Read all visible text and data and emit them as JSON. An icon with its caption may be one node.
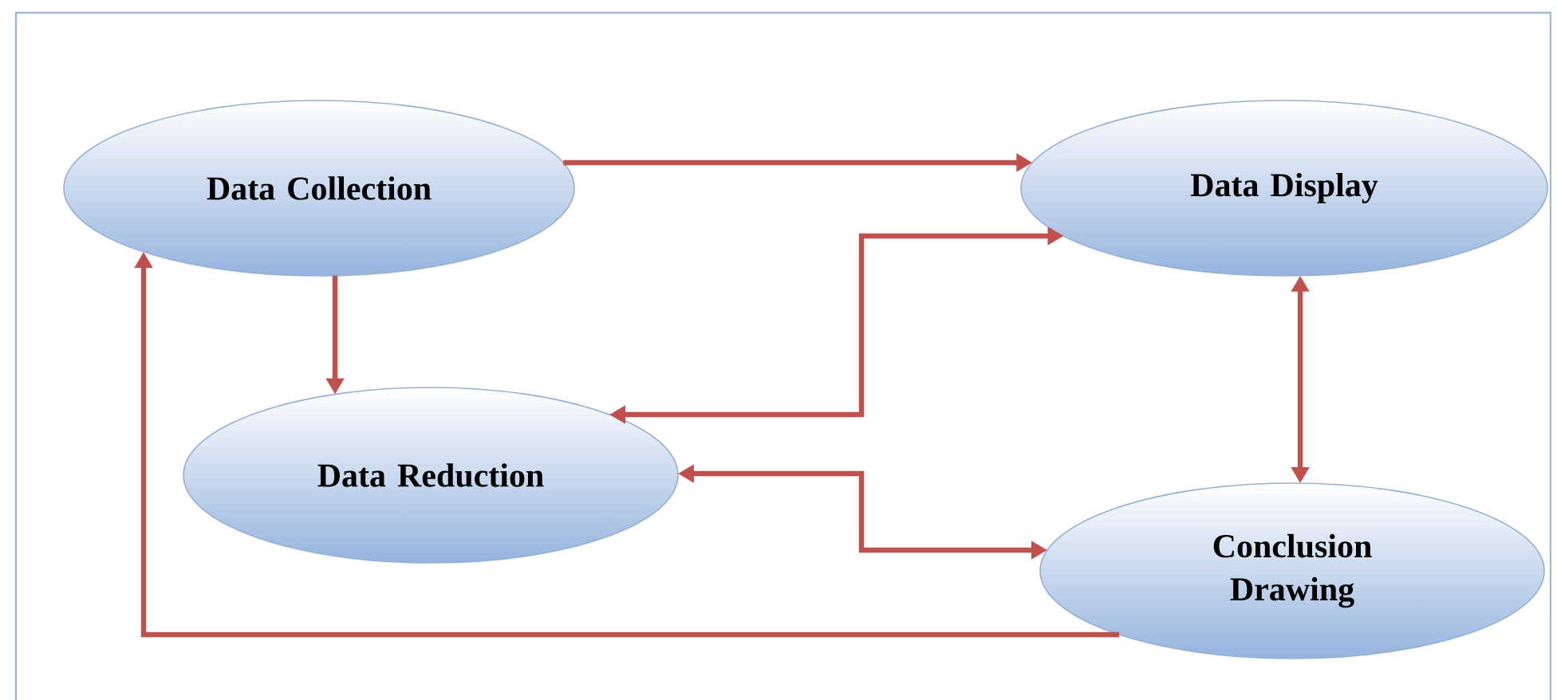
{
  "diagram": {
    "nodes": [
      {
        "text": [
          "Data Collection"
        ]
      },
      {
        "text": [
          "Data Display"
        ]
      },
      {
        "text": [
          "Data Reduction"
        ]
      },
      {
        "text": [
          "Conclusion Drawing"
        ]
      }
    ],
    "edges": [
      {
        "from": 0,
        "to": 1,
        "arrow": "to"
      },
      {
        "from": 0,
        "to": 2,
        "arrow": "to"
      },
      {
        "from": 1,
        "to": 2,
        "arrow": "both"
      },
      {
        "from": 2,
        "to": 3,
        "arrow": "both"
      },
      {
        "from": 1,
        "to": 3,
        "arrow": "both"
      },
      {
        "from": 3,
        "to": 0,
        "arrow": "to"
      }
    ]
  }
}
